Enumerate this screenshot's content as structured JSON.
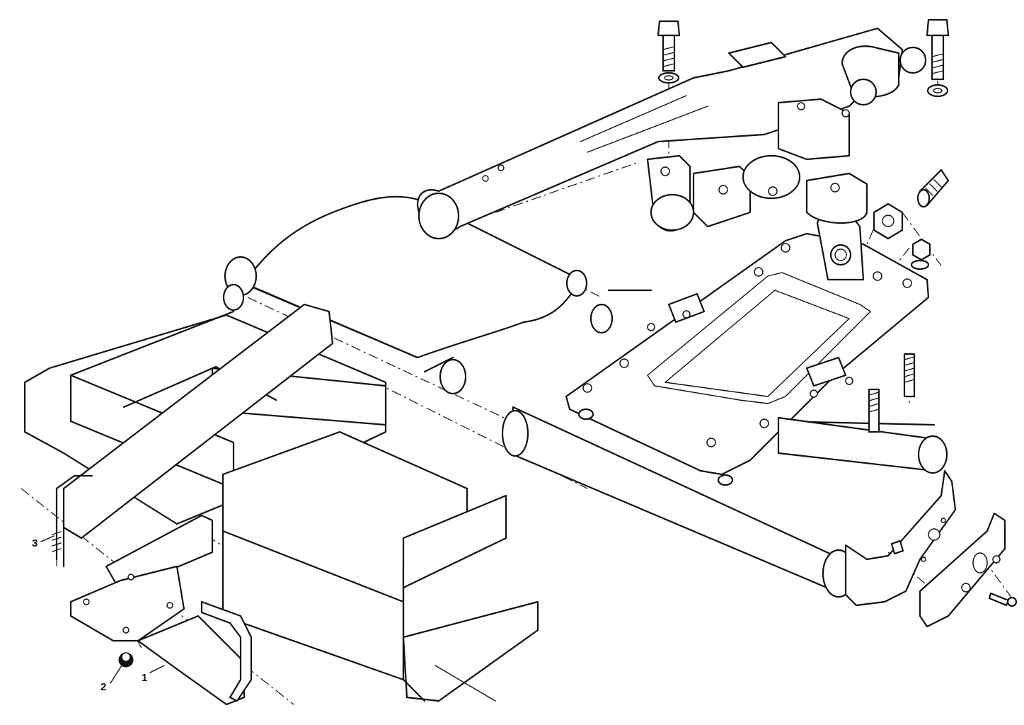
{
  "callouts": {
    "c1": "1",
    "c2": "2",
    "c3": "3"
  },
  "icons": [
    "bolt-icon",
    "lock-washer-icon",
    "nut-icon",
    "stud-icon",
    "screw-icon",
    "u-bolt-icon"
  ]
}
